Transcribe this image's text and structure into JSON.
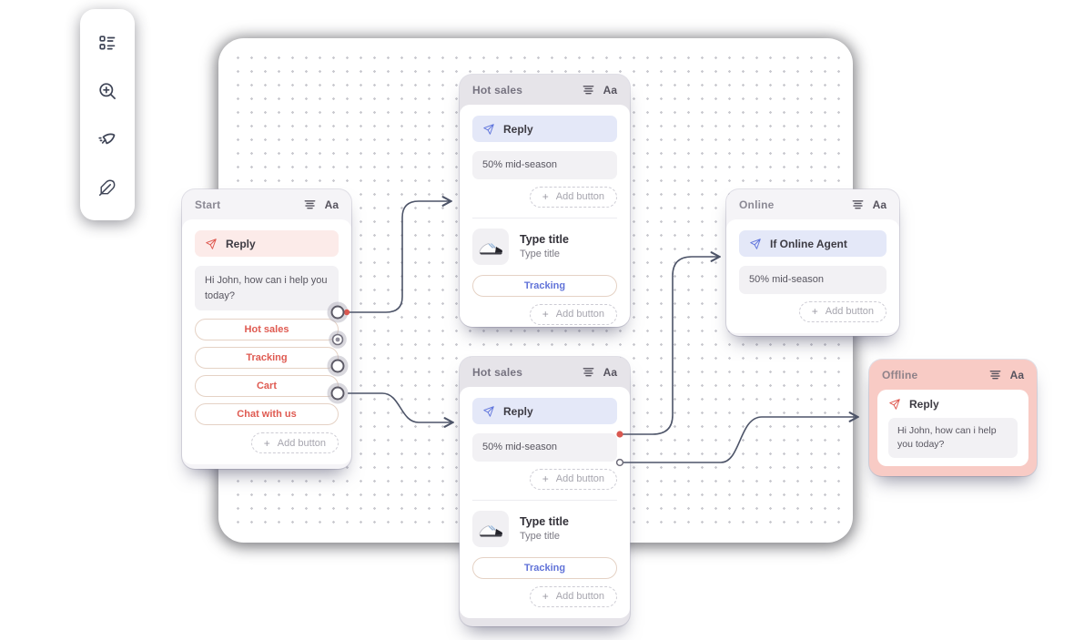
{
  "labels": {
    "text_style": "Aa",
    "add_button": "Add button",
    "plus": "+"
  },
  "sidebar": {
    "icons": [
      {
        "name": "list"
      },
      {
        "name": "zoom-in"
      },
      {
        "name": "send"
      },
      {
        "name": "feather-pen"
      }
    ]
  },
  "nodes": {
    "start": {
      "title": "Start",
      "reply_label": "Reply",
      "message": "Hi John, how can i help you today?",
      "buttons": [
        "Hot sales",
        "Tracking",
        "Cart",
        "Chat with us"
      ]
    },
    "hot_sales_top": {
      "title": "Hot sales",
      "reply_label": "Reply",
      "message": "50% mid-season",
      "product": {
        "title": "Type title",
        "subtitle": "Type title",
        "button_label": "Tracking"
      }
    },
    "hot_sales_bottom": {
      "title": "Hot sales",
      "reply_label": "Reply",
      "message": "50% mid-season",
      "product": {
        "title": "Type title",
        "subtitle": "Type title",
        "button_label": "Tracking"
      }
    },
    "online": {
      "title": "Online",
      "condition_label": "If Online Agent",
      "message": "50% mid-season"
    },
    "offline": {
      "title": "Offline",
      "reply_label": "Reply",
      "message": "Hi John, how can i help you today?"
    }
  },
  "colors": {
    "accent_red": "#DF5A51",
    "accent_blue": "#6277DD",
    "badge_pink": "#FCEBE9",
    "badge_blue": "#E4E8F8",
    "node_header_gray": "#E6E4E9",
    "offline_pink": "#F8CBC5",
    "field_gray": "#F2F1F4",
    "connector": "#4D5468",
    "canvas_dot": "#C9C9CF"
  }
}
